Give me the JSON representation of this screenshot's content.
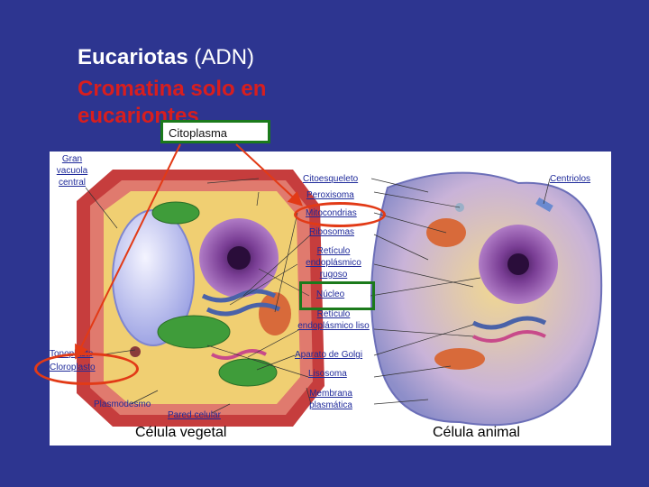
{
  "slide": {
    "title_main": "Eucariotas",
    "title_paren": "(ADN)",
    "subtitle": "Cromatina solo en eucariontes",
    "highlight_box": "Citoplasma"
  },
  "labels": {
    "gran_vacuola": "Gran vacuola central",
    "tonoplasto": "Tonoplasto",
    "cloroplasto": "Cloroplasto",
    "plasmodesmo": "Plasmodesmo",
    "pared_celular": "Pared celular",
    "citoesqueleto": "Citoesqueleto",
    "peroxisoma": "Peroxisoma",
    "mitocondrias": "Mitocondrias",
    "ribosomas": "Ribosomas",
    "reticulo_rugoso": "Retículo endoplásmico rugoso",
    "nucleo": "Núcleo",
    "reticulo_liso": "Retículo endoplásmico liso",
    "aparato_golgi": "Aparato de Golgi",
    "lisosoma": "Lisosoma",
    "membrana": "Membrana plasmática",
    "centriolos": "Centriolos"
  },
  "captions": {
    "plant": "Célula vegetal",
    "animal": "Célula animal"
  },
  "colors": {
    "background": "#2d3590",
    "accent_red": "#d81e1e",
    "highlight_green": "#1b7a1b",
    "label_blue": "#1f2a9a"
  }
}
